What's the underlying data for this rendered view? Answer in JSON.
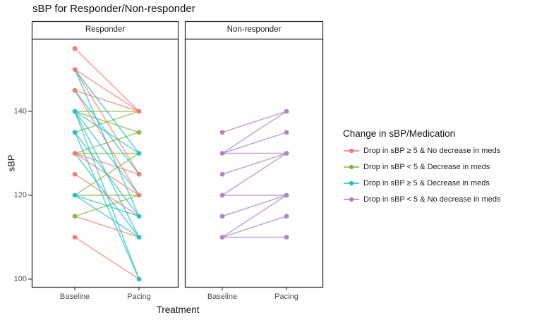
{
  "chart_data": {
    "type": "line",
    "subtype": "faceted-slope-chart",
    "title": "sBP for Responder/Non-responder",
    "xlabel": "Treatment",
    "ylabel": "sBP",
    "x_categories": [
      "Baseline",
      "Pacing"
    ],
    "y_ticks": [
      100,
      120,
      140
    ],
    "ylim": [
      97.5,
      157.5
    ],
    "grid": "off",
    "legend_position": "right",
    "legend_title": "Change in sBP/Medication",
    "groups": [
      {
        "label": "Drop in sBP ≥ 5 & No decrease in meds",
        "color": "#F4776C"
      },
      {
        "label": "Drop in sBP < 5 & Decrease in meds",
        "color": "#7FB53C"
      },
      {
        "label": "Drop in sBP ≥ 5 & Decrease in meds",
        "color": "#21BEC3"
      },
      {
        "label": "Drop in sBP < 5 & No decrease in meds",
        "color": "#AC7FC7"
      }
    ],
    "panels": [
      {
        "label": "Responder",
        "lines": [
          {
            "baseline": 155,
            "pacing": 140,
            "group": 0
          },
          {
            "baseline": 150,
            "pacing": 140,
            "group": 0
          },
          {
            "baseline": 150,
            "pacing": 125,
            "group": 0
          },
          {
            "baseline": 145,
            "pacing": 140,
            "group": 0
          },
          {
            "baseline": 145,
            "pacing": 120,
            "group": 0
          },
          {
            "baseline": 130,
            "pacing": 125,
            "group": 0
          },
          {
            "baseline": 130,
            "pacing": 120,
            "group": 0
          },
          {
            "baseline": 125,
            "pacing": 115,
            "group": 0
          },
          {
            "baseline": 115,
            "pacing": 110,
            "group": 0
          },
          {
            "baseline": 110,
            "pacing": 100,
            "group": 0
          },
          {
            "baseline": 140,
            "pacing": 140,
            "group": 1
          },
          {
            "baseline": 140,
            "pacing": 135,
            "group": 1
          },
          {
            "baseline": 135,
            "pacing": 140,
            "group": 1
          },
          {
            "baseline": 130,
            "pacing": 135,
            "group": 1
          },
          {
            "baseline": 130,
            "pacing": 130,
            "group": 1
          },
          {
            "baseline": 120,
            "pacing": 130,
            "group": 1
          },
          {
            "baseline": 120,
            "pacing": 120,
            "group": 1
          },
          {
            "baseline": 115,
            "pacing": 120,
            "group": 1
          },
          {
            "baseline": 150,
            "pacing": 130,
            "group": 2
          },
          {
            "baseline": 150,
            "pacing": 115,
            "group": 2
          },
          {
            "baseline": 145,
            "pacing": 125,
            "group": 2
          },
          {
            "baseline": 140,
            "pacing": 130,
            "group": 2
          },
          {
            "baseline": 140,
            "pacing": 120,
            "group": 2
          },
          {
            "baseline": 140,
            "pacing": 110,
            "group": 2
          },
          {
            "baseline": 140,
            "pacing": 100,
            "group": 2
          },
          {
            "baseline": 135,
            "pacing": 115,
            "group": 2
          },
          {
            "baseline": 135,
            "pacing": 100,
            "group": 2
          },
          {
            "baseline": 130,
            "pacing": 110,
            "group": 2
          },
          {
            "baseline": 120,
            "pacing": 115,
            "group": 2
          },
          {
            "baseline": 120,
            "pacing": 110,
            "group": 2
          }
        ],
        "points": {
          "baseline": [
            {
              "v": 155,
              "group": 0
            },
            {
              "v": 150,
              "group": 0
            },
            {
              "v": 145,
              "group": 0
            },
            {
              "v": 140,
              "group": 2
            },
            {
              "v": 135,
              "group": 2
            },
            {
              "v": 130,
              "group": 0
            },
            {
              "v": 125,
              "group": 0
            },
            {
              "v": 120,
              "group": 2
            },
            {
              "v": 115,
              "group": 1
            },
            {
              "v": 110,
              "group": 0
            }
          ],
          "pacing": [
            {
              "v": 140,
              "group": 0
            },
            {
              "v": 135,
              "group": 1
            },
            {
              "v": 130,
              "group": 2
            },
            {
              "v": 125,
              "group": 0
            },
            {
              "v": 120,
              "group": 0
            },
            {
              "v": 115,
              "group": 2
            },
            {
              "v": 110,
              "group": 2
            },
            {
              "v": 100,
              "group": 2
            }
          ]
        }
      },
      {
        "label": "Non-responder",
        "lines": [
          {
            "baseline": 135,
            "pacing": 140,
            "group": 3
          },
          {
            "baseline": 130,
            "pacing": 140,
            "group": 3
          },
          {
            "baseline": 130,
            "pacing": 135,
            "group": 3
          },
          {
            "baseline": 130,
            "pacing": 130,
            "group": 3
          },
          {
            "baseline": 125,
            "pacing": 130,
            "group": 3
          },
          {
            "baseline": 120,
            "pacing": 130,
            "group": 3
          },
          {
            "baseline": 120,
            "pacing": 120,
            "group": 3
          },
          {
            "baseline": 115,
            "pacing": 120,
            "group": 3
          },
          {
            "baseline": 110,
            "pacing": 120,
            "group": 3
          },
          {
            "baseline": 110,
            "pacing": 115,
            "group": 3
          },
          {
            "baseline": 110,
            "pacing": 110,
            "group": 3
          }
        ],
        "points": {
          "baseline": [
            {
              "v": 135,
              "group": 3
            },
            {
              "v": 130,
              "group": 3
            },
            {
              "v": 125,
              "group": 3
            },
            {
              "v": 120,
              "group": 3
            },
            {
              "v": 115,
              "group": 3
            },
            {
              "v": 110,
              "group": 3
            }
          ],
          "pacing": [
            {
              "v": 140,
              "group": 3
            },
            {
              "v": 135,
              "group": 3
            },
            {
              "v": 130,
              "group": 3
            },
            {
              "v": 120,
              "group": 3
            },
            {
              "v": 115,
              "group": 3
            },
            {
              "v": 110,
              "group": 3
            }
          ]
        }
      }
    ]
  }
}
